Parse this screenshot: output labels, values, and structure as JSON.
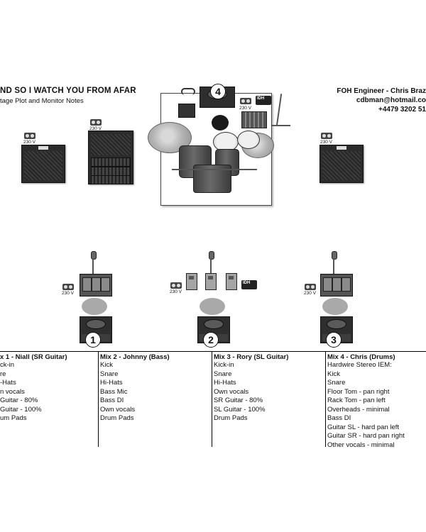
{
  "header": {
    "band_title": "ND SO I WATCH YOU FROM AFAR",
    "subtitle": "tage Plot and Monitor Notes",
    "foh_engineer": "FOH Engineer - Chris Braz",
    "email": "cdbman@hotmail.co",
    "phone": "+4479 3202 51"
  },
  "stage": {
    "drum_monitor_number": "4",
    "voltage_label": "230 V",
    "di_label": "IDH",
    "monitor_numbers": [
      "1",
      "2",
      "3"
    ]
  },
  "mixes": [
    {
      "title": "x 1 - Niall (SR Guitar)",
      "items": [
        "ck-in",
        "re",
        "-Hats",
        "n vocals",
        "Guitar - 80%",
        "Guitar - 100%",
        "um Pads"
      ]
    },
    {
      "title": "Mix 2 - Johnny (Bass)",
      "items": [
        "Kick",
        "Snare",
        "Hi-Hats",
        "Bass Mic",
        "Bass DI",
        "Own vocals",
        "Drum Pads"
      ]
    },
    {
      "title": "Mix 3 - Rory (SL Guitar)",
      "items": [
        "Kick-in",
        "Snare",
        "Hi-Hats",
        "Own vocals",
        "SR Guitar - 80%",
        "SL Guitar - 100%",
        "Drum Pads"
      ]
    },
    {
      "title": "Mix 4 - Chris (Drums)",
      "items": [
        "Hardwire Stereo IEM:",
        "Kick",
        "Snare",
        "Floor Tom - pan right",
        "Rack Tom - pan left",
        "Overheads - minimal",
        "Bass DI",
        "Guitar SL - hard pan left",
        "Guitar SR - hard pan right",
        "Other vocals - minimal"
      ]
    }
  ]
}
